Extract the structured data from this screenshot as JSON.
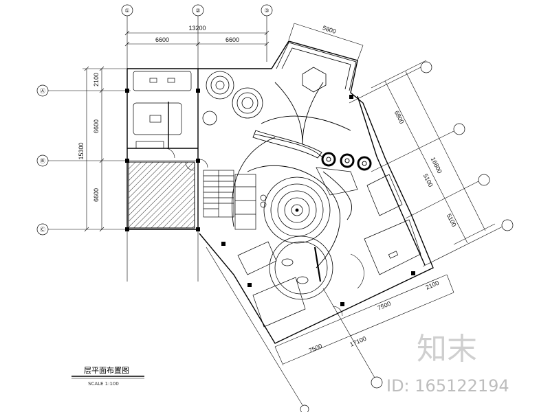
{
  "drawing": {
    "title": "层平面布置图",
    "scale": "SCALE 1:100"
  },
  "dimensions": {
    "top_total": "13200",
    "top_left": "6600",
    "top_right": "6600",
    "top_wing": "5800",
    "left_total": "15300",
    "left_top": "2100",
    "left_mid": "6600",
    "left_bottom": "6600",
    "right_total": "16800",
    "right_a": "6800",
    "right_b": "5100",
    "right_c": "5100",
    "bottom_total": "17100",
    "bottom_left": "7500",
    "bottom_right": "7500",
    "bottom_end": "2100"
  },
  "grid_axes": {
    "top": [
      "①",
      "②",
      "③"
    ],
    "left": [
      "Ⓐ",
      "Ⓑ",
      "Ⓒ"
    ]
  },
  "watermark": {
    "brand": "知末",
    "id": "ID: 165122194"
  }
}
